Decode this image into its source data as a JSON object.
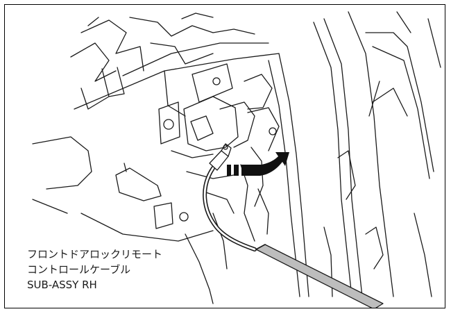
{
  "callout": {
    "line1": "フロントドアロックリモート",
    "line2": "コントロールケーブル",
    "line3": "SUB-ASSY RH"
  },
  "colors": {
    "line": "#1a1a1a",
    "tool": "#bdbdbd",
    "arrow": "#111111",
    "background": "#ffffff"
  },
  "icons": {
    "arrow": "curved-arrow-icon",
    "tool": "screwdriver-icon",
    "cable": "cable-icon"
  }
}
